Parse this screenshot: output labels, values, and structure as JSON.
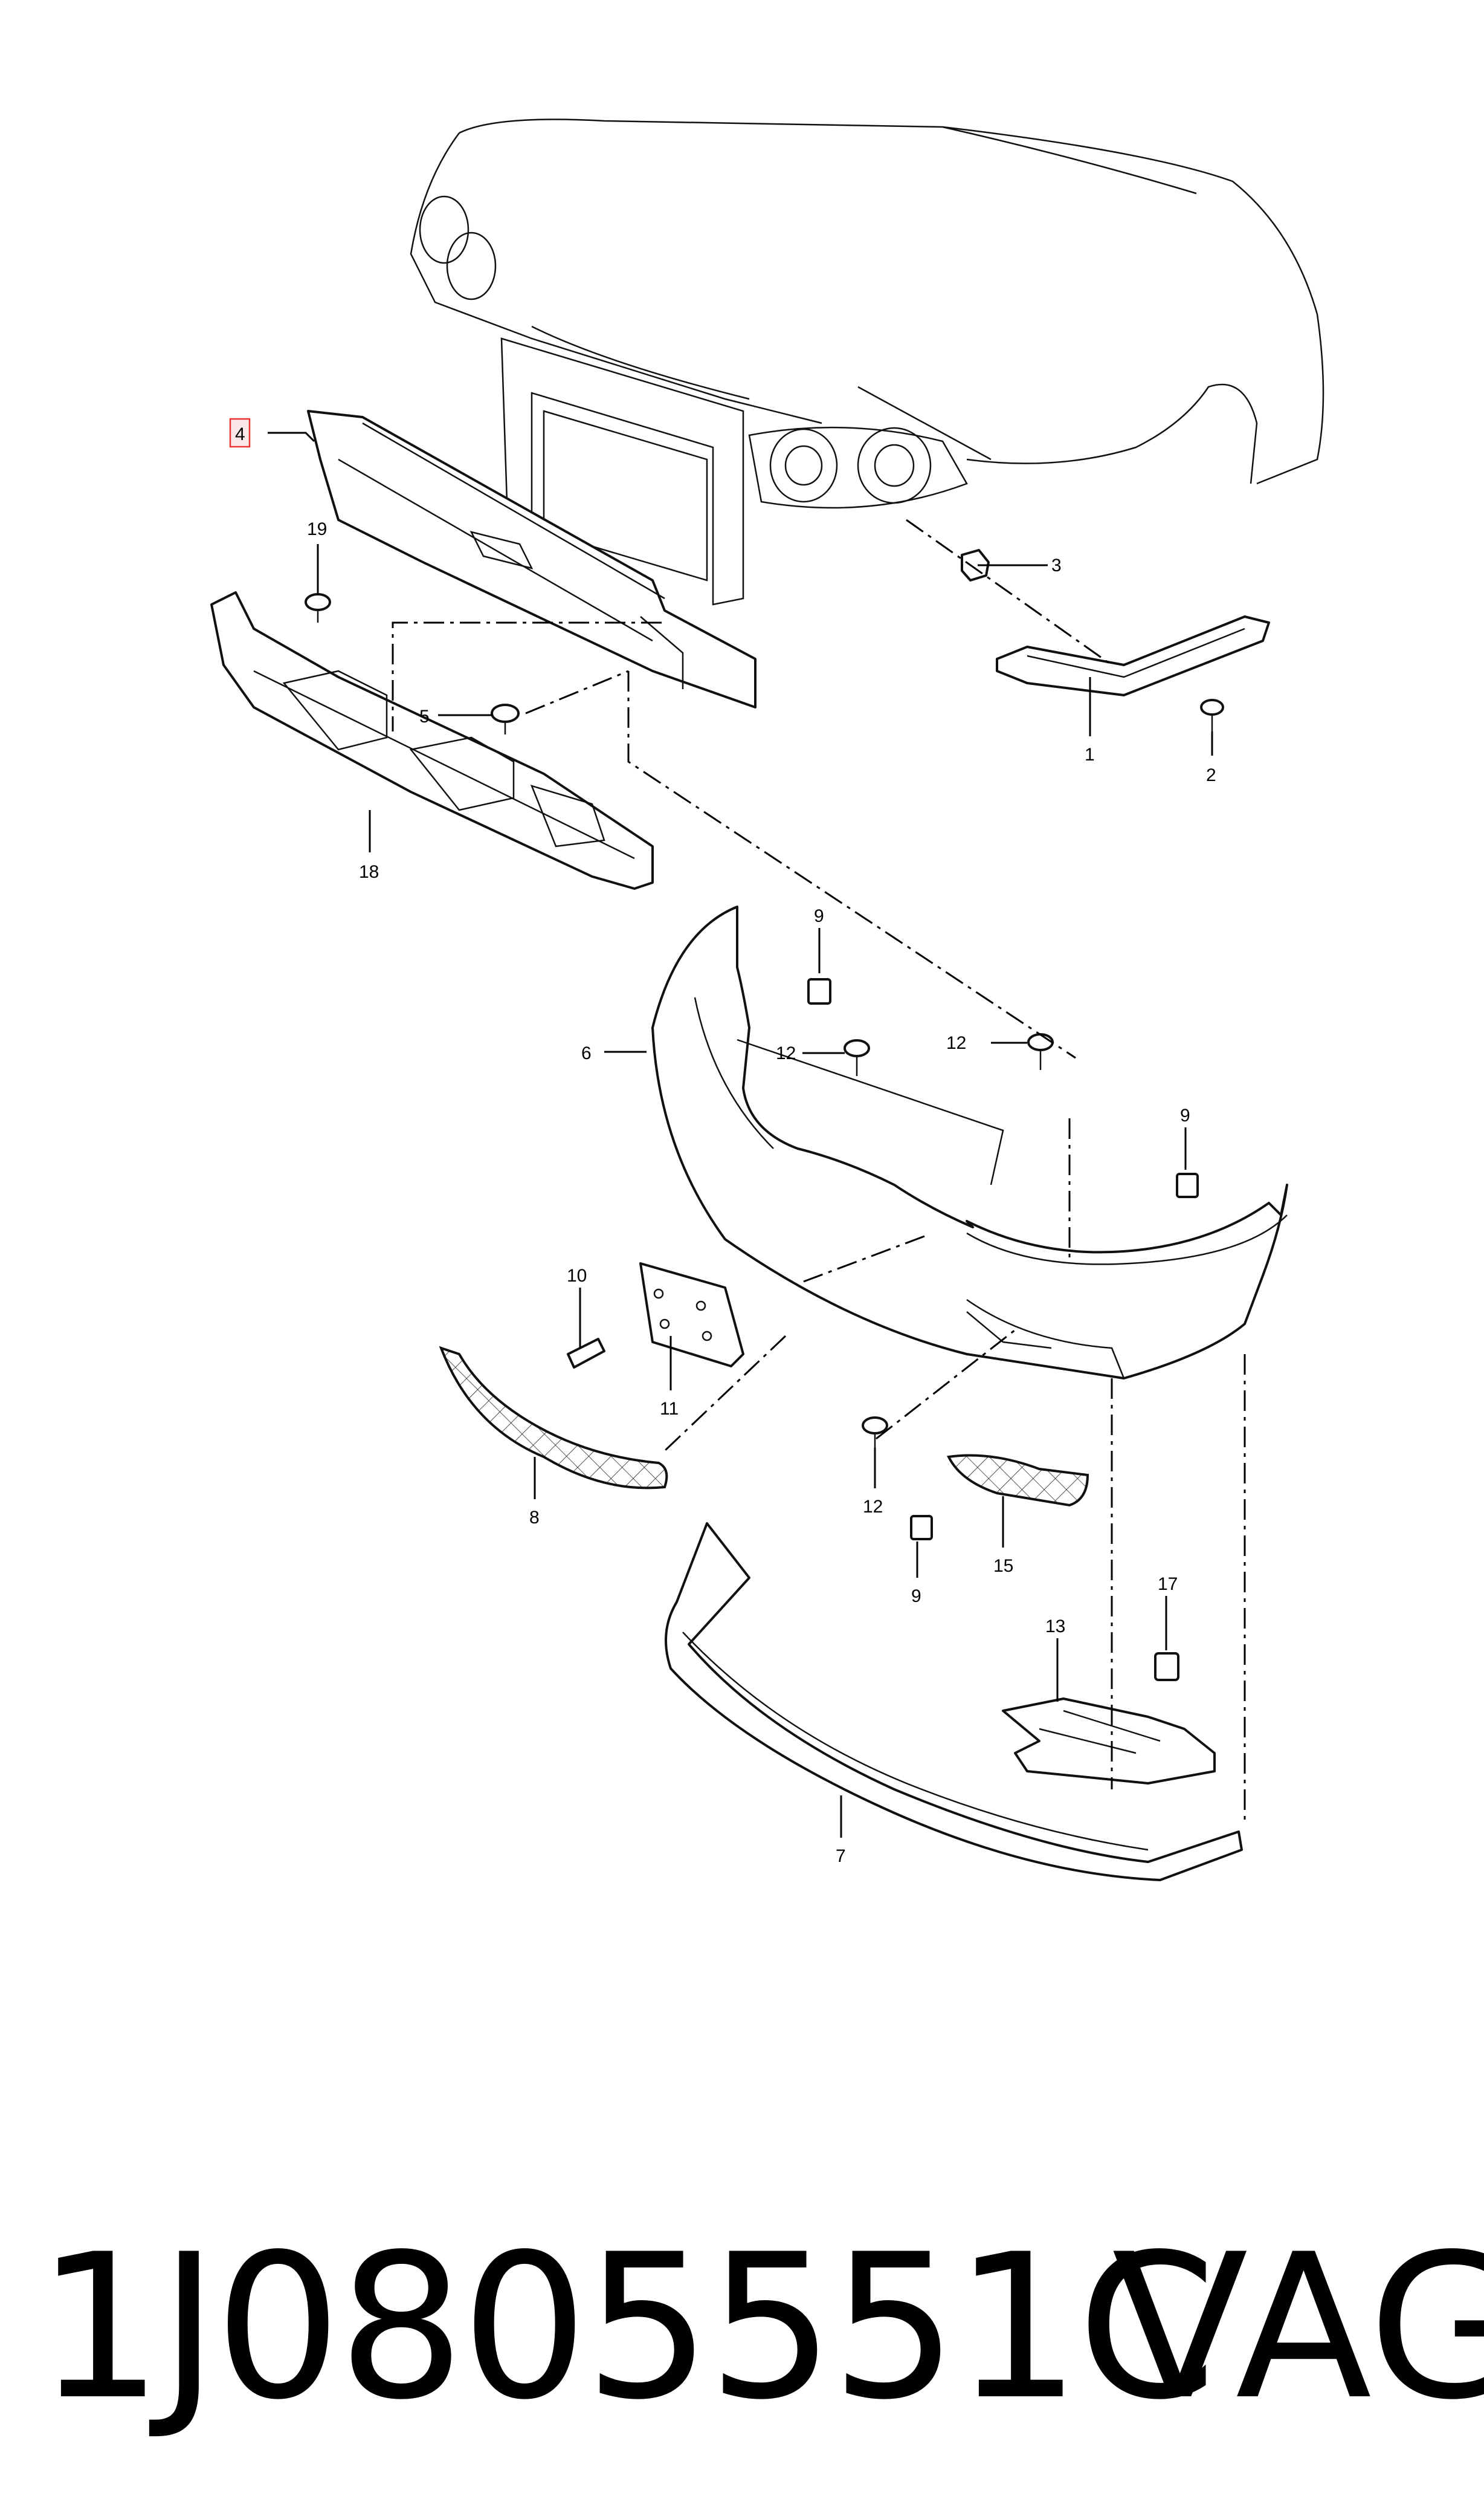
{
  "callouts": [
    "1",
    "2",
    "3",
    "4",
    "5",
    "6",
    "7",
    "8",
    "9",
    "9",
    "9",
    "10",
    "11",
    "12",
    "12",
    "12",
    "13",
    "15",
    "17",
    "18",
    "19"
  ],
  "highlighted_callout": "4",
  "footer": {
    "part_number": "1J0805551C",
    "brand": "VAG"
  }
}
